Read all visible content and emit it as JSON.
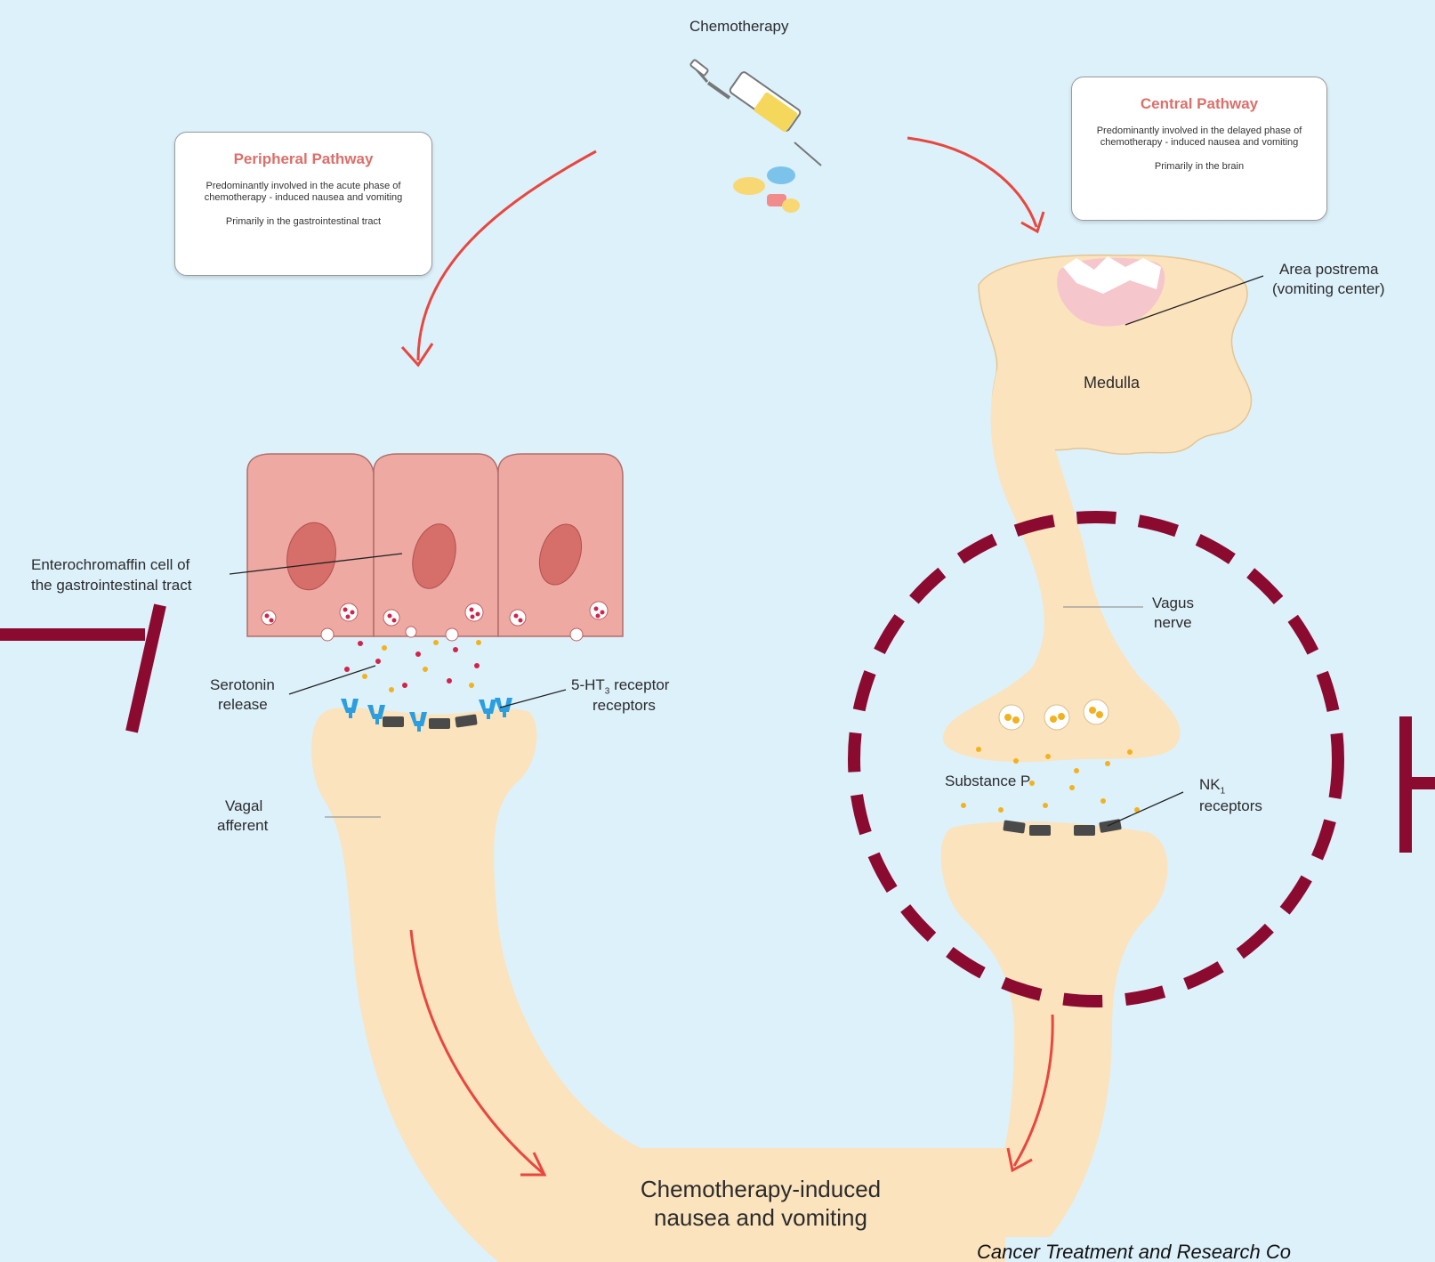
{
  "title": "Chemotherapy",
  "peripheral": {
    "title": "Peripheral Pathway",
    "desc": "Predominantly involved in the acute phase of chemotherapy - induced nausea and vomiting",
    "location": "Primarily in the gastrointestinal tract"
  },
  "central": {
    "title": "Central Pathway",
    "desc": "Predominantly involved in the delayed phase of chemotherapy - induced nausea and vomiting",
    "location": "Primarily in the brain"
  },
  "labels": {
    "area_postrema_1": "Area postrema",
    "area_postrema_2": "(vomiting center)",
    "medulla": "Medulla",
    "enterochromaffin_1": "Enterochromaffin cell of",
    "enterochromaffin_2": "the gastrointestinal tract",
    "vagus_1": "Vagus",
    "vagus_2": "nerve",
    "serotonin_1": "Serotonin",
    "serotonin_2": "release",
    "ht3_a": "5-HT",
    "ht3_sub": "3",
    "ht3_b": " receptor",
    "ht3_2": "receptors",
    "substance_p": "Substance P",
    "nk_a": "NK",
    "nk_sub": "1",
    "nk_2": "receptors",
    "vagal_1": "Vagal",
    "vagal_2": "afferent",
    "cinv_1": "Chemotherapy-induced",
    "cinv_2": "nausea and vomiting"
  },
  "credit": "Cancer Treatment and Research Co",
  "colors": {
    "background": "#ddf1fb",
    "tissue": "#fbe3bd",
    "cell": "#eea9a3",
    "nucleus": "#d66f6a",
    "arrow": "#e8473f",
    "inhibit_marks": "#8b0a30",
    "pathway_title": "#dc6f6a"
  }
}
